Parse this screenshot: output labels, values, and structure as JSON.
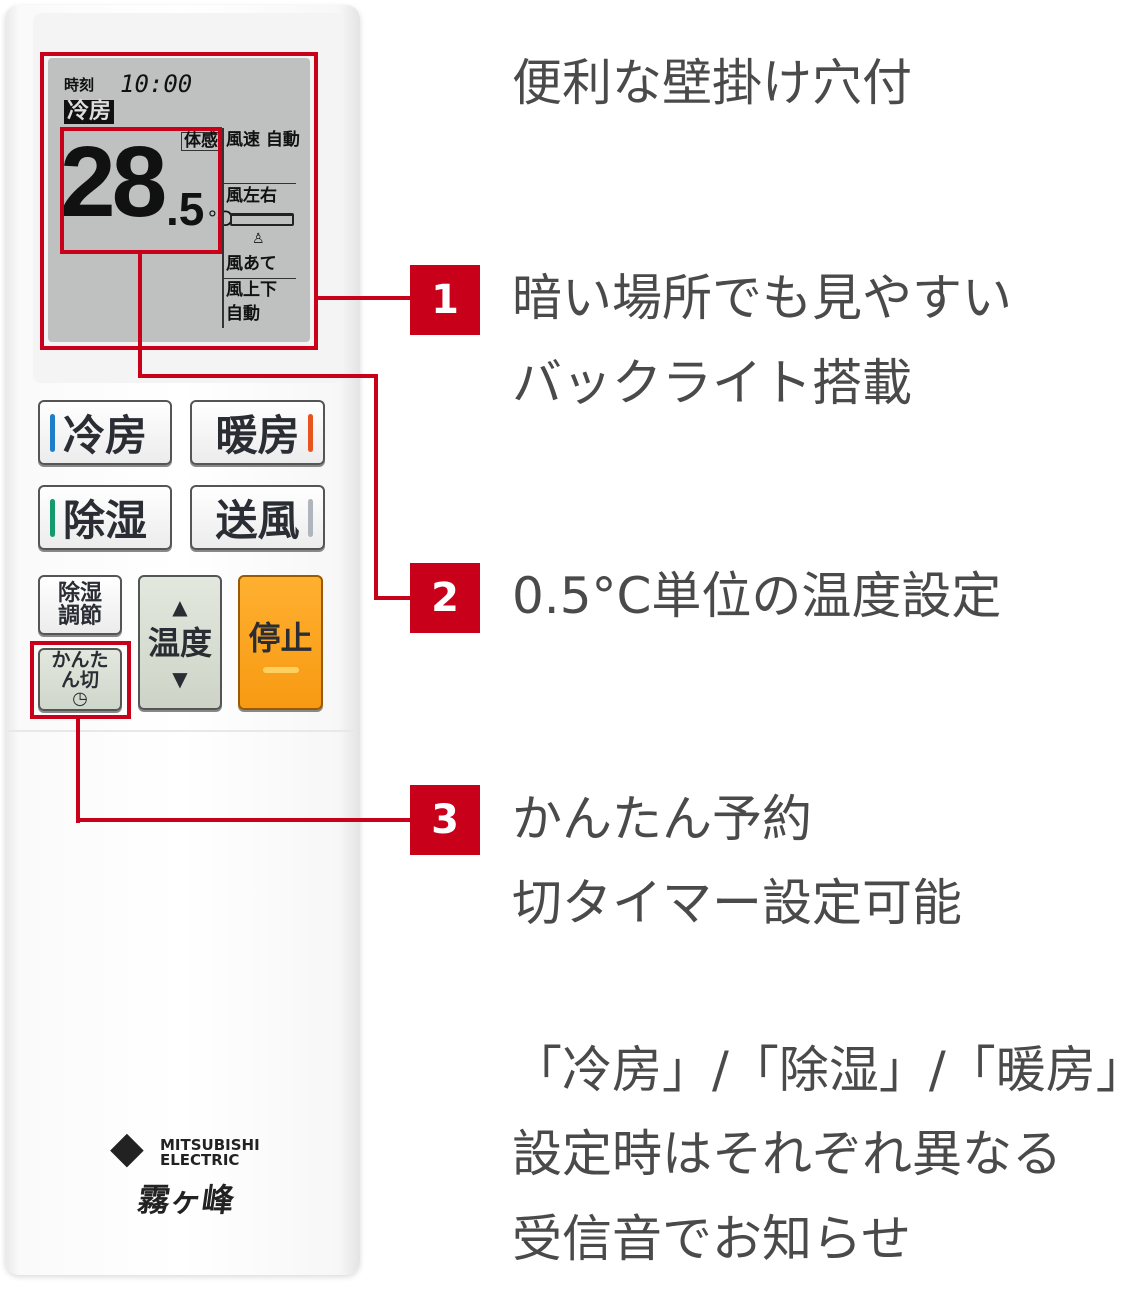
{
  "remote": {
    "lcd": {
      "clock_label": "時刻",
      "clock_value": "10:00",
      "mode": "冷房",
      "temperature": "28",
      "temperature_decimal": ".5",
      "unit": "°C",
      "taikan": "体感",
      "fan_speed": "風速 自動",
      "vane_lr": "風左右",
      "kazeate": "風あて",
      "vane_ud": "風上下",
      "auto": "自動"
    },
    "buttons": {
      "cool": "冷房",
      "heat": "暖房",
      "dry": "除湿",
      "fan": "送風",
      "dry_adjust": "除湿調節",
      "kantan_off": "かんたん切",
      "temp": "温度",
      "stop": "停止"
    },
    "logo": {
      "brand": "MITSUBISHI ELECTRIC",
      "series": "霧ヶ峰"
    },
    "mode_colors": {
      "cool": "#1e7fc8",
      "heat": "#e8541e",
      "dry": "#149a6e",
      "fan": "#b0b4bc"
    }
  },
  "callouts": [
    {
      "number": "1",
      "lines": [
        "暗い場所でも見やすい",
        "バックライト搭載"
      ]
    },
    {
      "number": "2",
      "lines": [
        "0.5°C単位の温度設定"
      ]
    },
    {
      "number": "3",
      "lines": [
        "かんたん予約",
        "切タイマー設定可能"
      ]
    }
  ],
  "top_note": "便利な壁掛け穴付",
  "bottom_note": [
    "「冷房」/「除湿」/「暖房」",
    "設定時はそれぞれ異なる",
    "受信音でお知らせ"
  ],
  "accent_color": "#c8001a"
}
